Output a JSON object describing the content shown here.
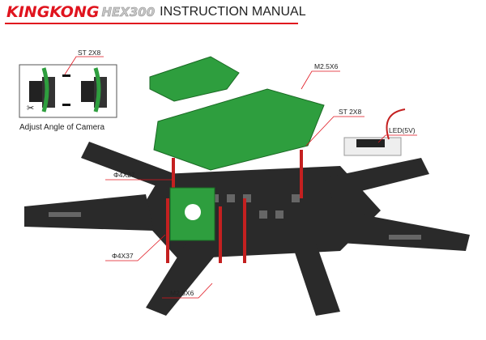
{
  "header": {
    "brand": "KINGKONG",
    "model": "HEX300",
    "title": "INSTRUCTION MANUAL"
  },
  "inset": {
    "caption": "Adjust Angle of Camera",
    "screw_label": "ST 2X8"
  },
  "labels": {
    "top_plate_screw": "M2.5X6",
    "led_screw": "ST 2X8",
    "led": "LED(5V)",
    "standoff_short": "Φ4X27",
    "standoff_long": "Φ4X37",
    "bottom_screw": "M2.5X6"
  },
  "colors": {
    "accent": "#e0141e",
    "frame_green": "#2e9e3e",
    "carbon": "#2a2a2a"
  }
}
